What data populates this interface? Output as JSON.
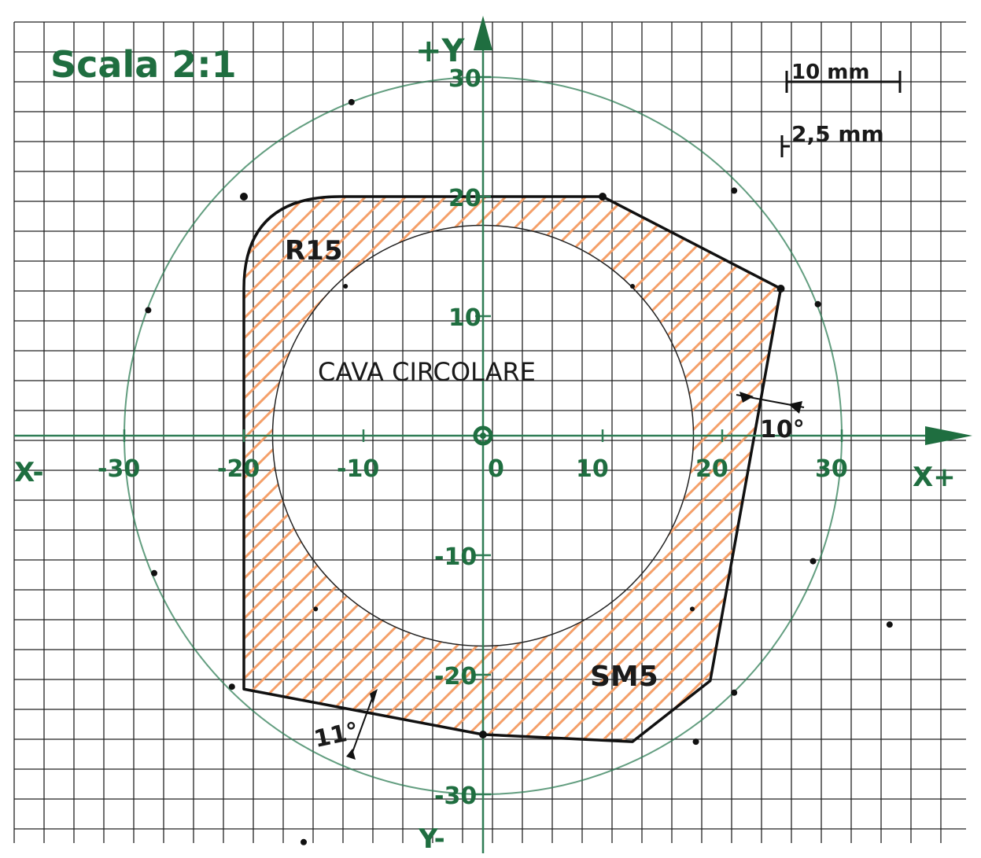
{
  "colors": {
    "grid": "#222222",
    "profile": "#111111",
    "hatch": "#f4a06a",
    "circle_green": "#2f7d55",
    "text_green": "#1f6e40",
    "text_dark": "#1a1a1a"
  },
  "scale_label": "Scala 2:1",
  "axes": {
    "y_plus": "+Y",
    "y_minus": "Y-",
    "x_minus": "X-",
    "x_plus": "X+",
    "x_ticks": [
      {
        "value": -30,
        "label": "-30"
      },
      {
        "value": -20,
        "label": "-20"
      },
      {
        "value": -10,
        "label": "-10"
      },
      {
        "value": 0,
        "label": "0"
      },
      {
        "value": 10,
        "label": "10"
      },
      {
        "value": 20,
        "label": "20"
      },
      {
        "value": 30,
        "label": "30"
      }
    ],
    "y_ticks": [
      {
        "value": 30,
        "label": "30"
      },
      {
        "value": 20,
        "label": "20"
      },
      {
        "value": 10,
        "label": "10"
      },
      {
        "value": -10,
        "label": "-10"
      },
      {
        "value": -20,
        "label": "-20"
      },
      {
        "value": -30,
        "label": "-30"
      }
    ]
  },
  "legend": {
    "major": "10 mm",
    "minor": "2,5 mm"
  },
  "labels": {
    "fillet": "R15",
    "pocket": "CAVA CIRCOLARE",
    "chamfer": "SM5",
    "angle_right": "10°",
    "angle_bottom": "11°"
  }
}
